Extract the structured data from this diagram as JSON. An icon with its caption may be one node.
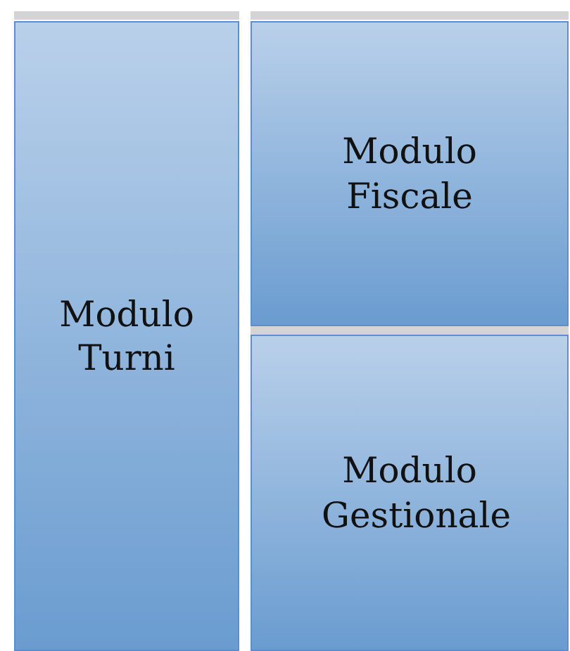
{
  "diagram": {
    "nodes": [
      {
        "text": [
          "Modulo Turni"
        ]
      },
      {
        "text": [
          "Modulo Fiscale"
        ]
      },
      {
        "text": [
          "Modulo Gestionale"
        ]
      }
    ]
  }
}
